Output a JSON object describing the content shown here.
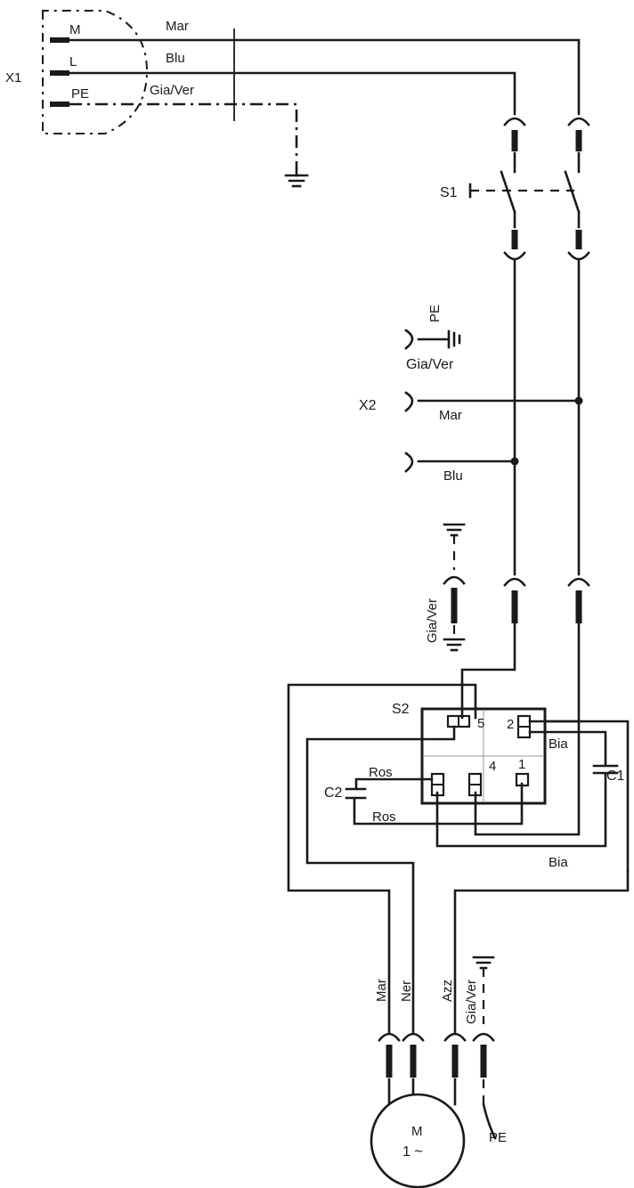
{
  "labels": {
    "x1": "X1",
    "x1_m": "M",
    "x1_l": "L",
    "x1_pe": "PE",
    "top_mar": "Mar",
    "top_blu": "Blu",
    "top_gia_ver": "Gia/Ver",
    "s1": "S1",
    "pe_top": "PE",
    "gia_ver_mid": "Gia/Ver",
    "x2": "X2",
    "x2_mar": "Mar",
    "x2_blu": "Blu",
    "gia_ver_vert": "Gia/Ver",
    "s2": "S2",
    "s2_5": "5",
    "s2_2": "2",
    "s2_4": "4",
    "s2_1": "1",
    "bia_upper": "Bia",
    "c1": "C1",
    "ros_upper": "Ros",
    "c2": "C2",
    "ros_lower": "Ros",
    "bia_lower": "Bia",
    "motor_mar": "Mar",
    "motor_ner": "Ner",
    "motor_azz": "Azz",
    "motor_gia_ver": "Gia/Ver",
    "motor_pe": "PE",
    "motor_m": "M",
    "motor_phase": "1 ~"
  }
}
